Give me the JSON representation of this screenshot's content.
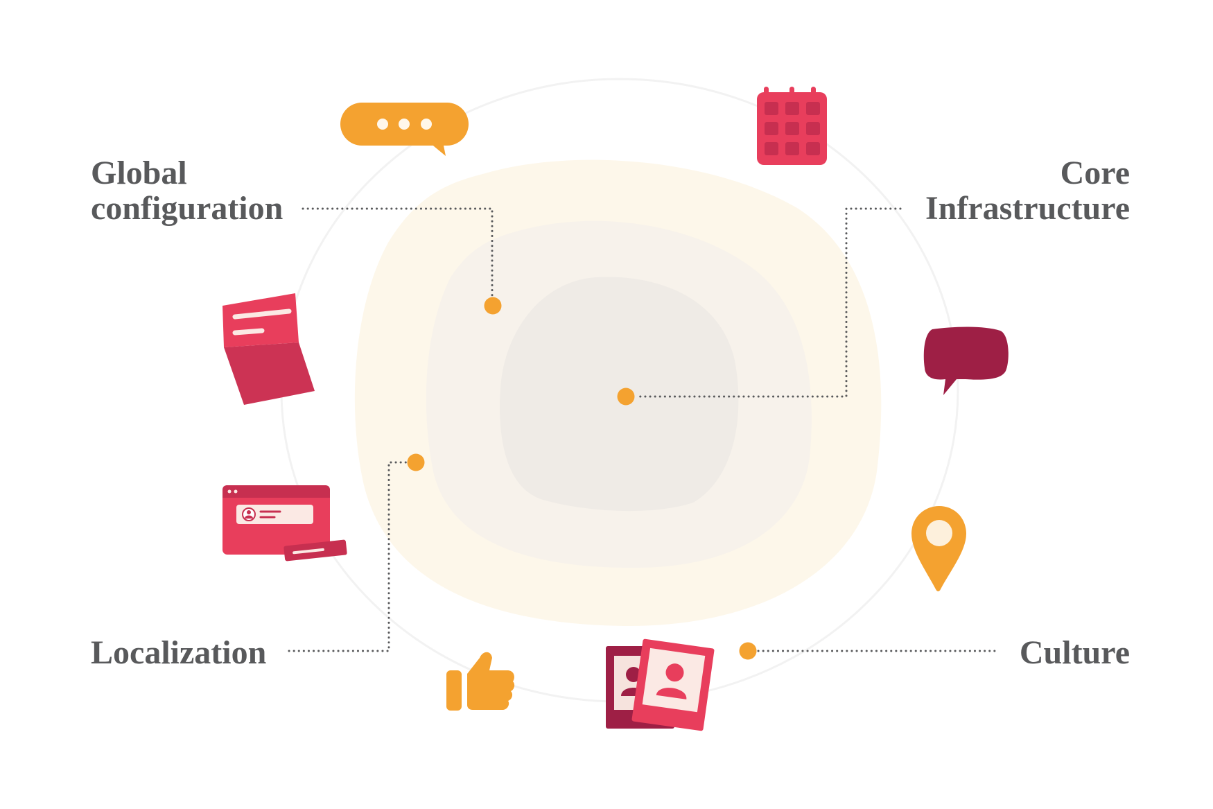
{
  "labels": {
    "global_configuration": [
      "Global",
      "configuration"
    ],
    "core_infrastructure": [
      "Core",
      "Infrastructure"
    ],
    "localization": "Localization",
    "culture": "Culture"
  },
  "icons": [
    "chat-bubble-icon",
    "calendar-icon",
    "notebook-icon",
    "speech-bubble-icon",
    "browser-window-icon",
    "map-pin-icon",
    "thumbs-up-icon",
    "photos-icon"
  ],
  "colors": {
    "text": "#58595b",
    "accent_orange": "#f4a230",
    "accent_red": "#e83e5c",
    "accent_dark_red": "#9e1f45",
    "blob_outer": "#fdf7ea",
    "blob_middle": "#f7f2eb",
    "blob_inner": "#efebe6"
  }
}
